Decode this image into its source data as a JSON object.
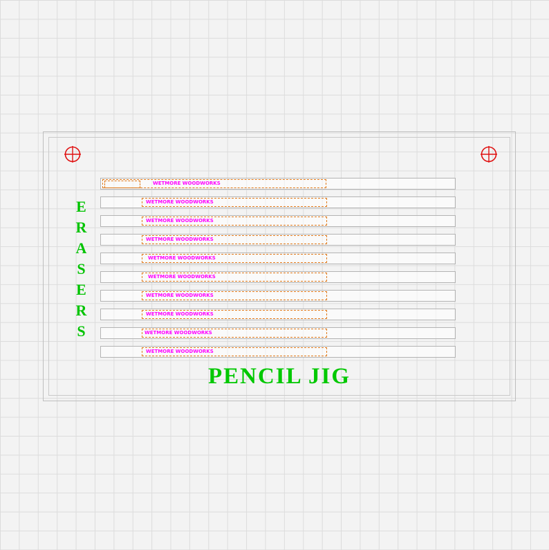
{
  "drawing": {
    "title": "PENCIL JIG",
    "vertical_label": "ERASERS",
    "brand_text": "WETMORE WOODWORKS"
  },
  "slots": [
    {
      "label": "WETMORE WOODWORKS"
    },
    {
      "label": "WETMORE WOODWORKS"
    },
    {
      "label": "WETMORE WOODWORKS"
    },
    {
      "label": "WETMORE WOODWORKS"
    },
    {
      "label": "WETMORE WOODWORKS"
    },
    {
      "label": "WETMORE WOODWORKS"
    },
    {
      "label": "WETMORE WOODWORKS"
    },
    {
      "label": "WETMORE WOODWORKS"
    },
    {
      "label": "WETMORE WOODWORKS"
    },
    {
      "label": "WETMORE WOODWORKS"
    }
  ],
  "icons": {
    "registration_mark": "crosshair-icon"
  },
  "colors": {
    "title_green": "#00C300",
    "brand_magenta": "#FF00FF",
    "engrave_orange": "#E07818",
    "cut_line_gray": "#B5B5B5",
    "registration_red": "#E01010",
    "grid_line": "#DCDCDC",
    "background": "#F3F3F3"
  }
}
